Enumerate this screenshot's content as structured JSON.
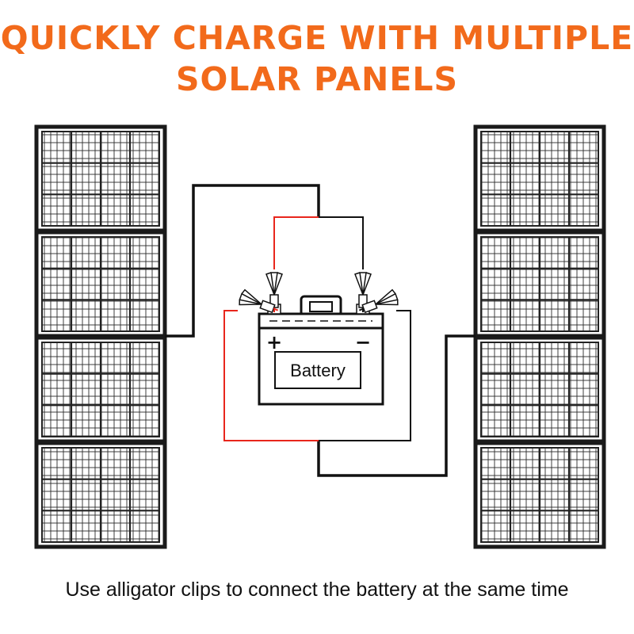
{
  "headline": {
    "line1": "QUICKLY CHARGE WITH MULTIPLE",
    "line2": "SOLAR PANELS"
  },
  "battery": {
    "label": "Battery",
    "positive": "+",
    "negative": "−"
  },
  "caption": "Use alligator clips to connect the battery at the same time",
  "panels": {
    "left_count": 4,
    "right_count": 4
  },
  "colors": {
    "headline": "#f26a1b",
    "positive_wire": "#e8261c",
    "negative_wire": "#111111",
    "panel_frame": "#1a1a1a"
  }
}
